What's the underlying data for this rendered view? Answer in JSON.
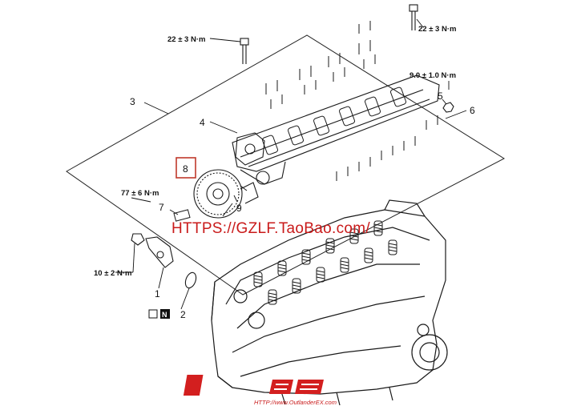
{
  "callouts": {
    "c1": "1",
    "c2": "2",
    "c3": "3",
    "c4": "4",
    "c5": "5",
    "c6": "6",
    "c7": "7",
    "c8": "8",
    "c9": "9"
  },
  "torques": {
    "bolt_left": "22 ± 3 N·m",
    "bolt_right": "22 ± 3 N·m",
    "nut_rocker": "9.0 ± 1.0 N·m",
    "sprocket": "77 ± 6 N·m",
    "sensor": "10 ± 2 N·m"
  },
  "watermark": {
    "url": "HTTPS://GZLF.TaoBao.com/"
  },
  "logo": {
    "url": "HTTP://www.OutlanderEX.com"
  },
  "colors": {
    "line": "#111111",
    "watermark": "#c91a1a",
    "highlight_box": "#c0392b"
  }
}
